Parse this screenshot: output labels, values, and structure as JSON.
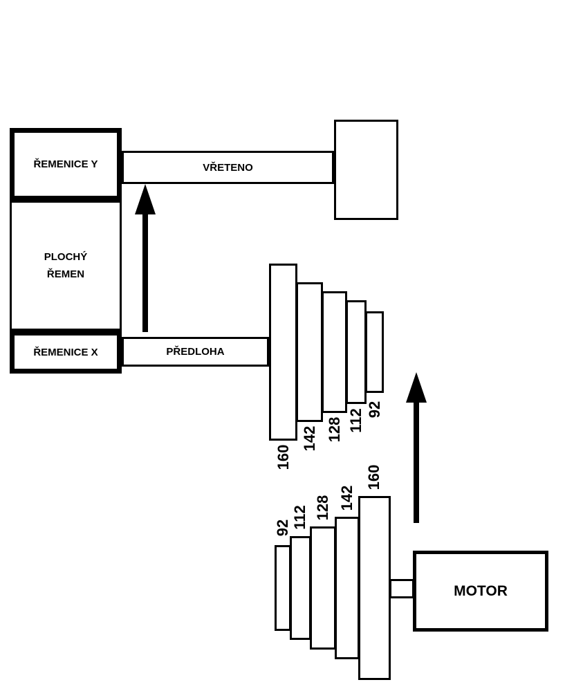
{
  "diagram": {
    "background": "#ffffff",
    "line_color": "#000000",
    "boxes": {
      "pulley_y": "ŘEMENICE Y",
      "flat_belt": [
        "PLOCHÝ",
        "ŘEMEN"
      ],
      "pulley_x": "ŘEMENICE X",
      "spindle_shaft": "VŘETENO",
      "countershaft": "PŘEDLOHA",
      "motor": "MOTOR"
    },
    "upper_cone_pulley": {
      "steps": [
        "160",
        "142",
        "128",
        "112",
        "92"
      ]
    },
    "lower_cone_pulley": {
      "steps": [
        "92",
        "112",
        "128",
        "142",
        "160"
      ]
    }
  }
}
